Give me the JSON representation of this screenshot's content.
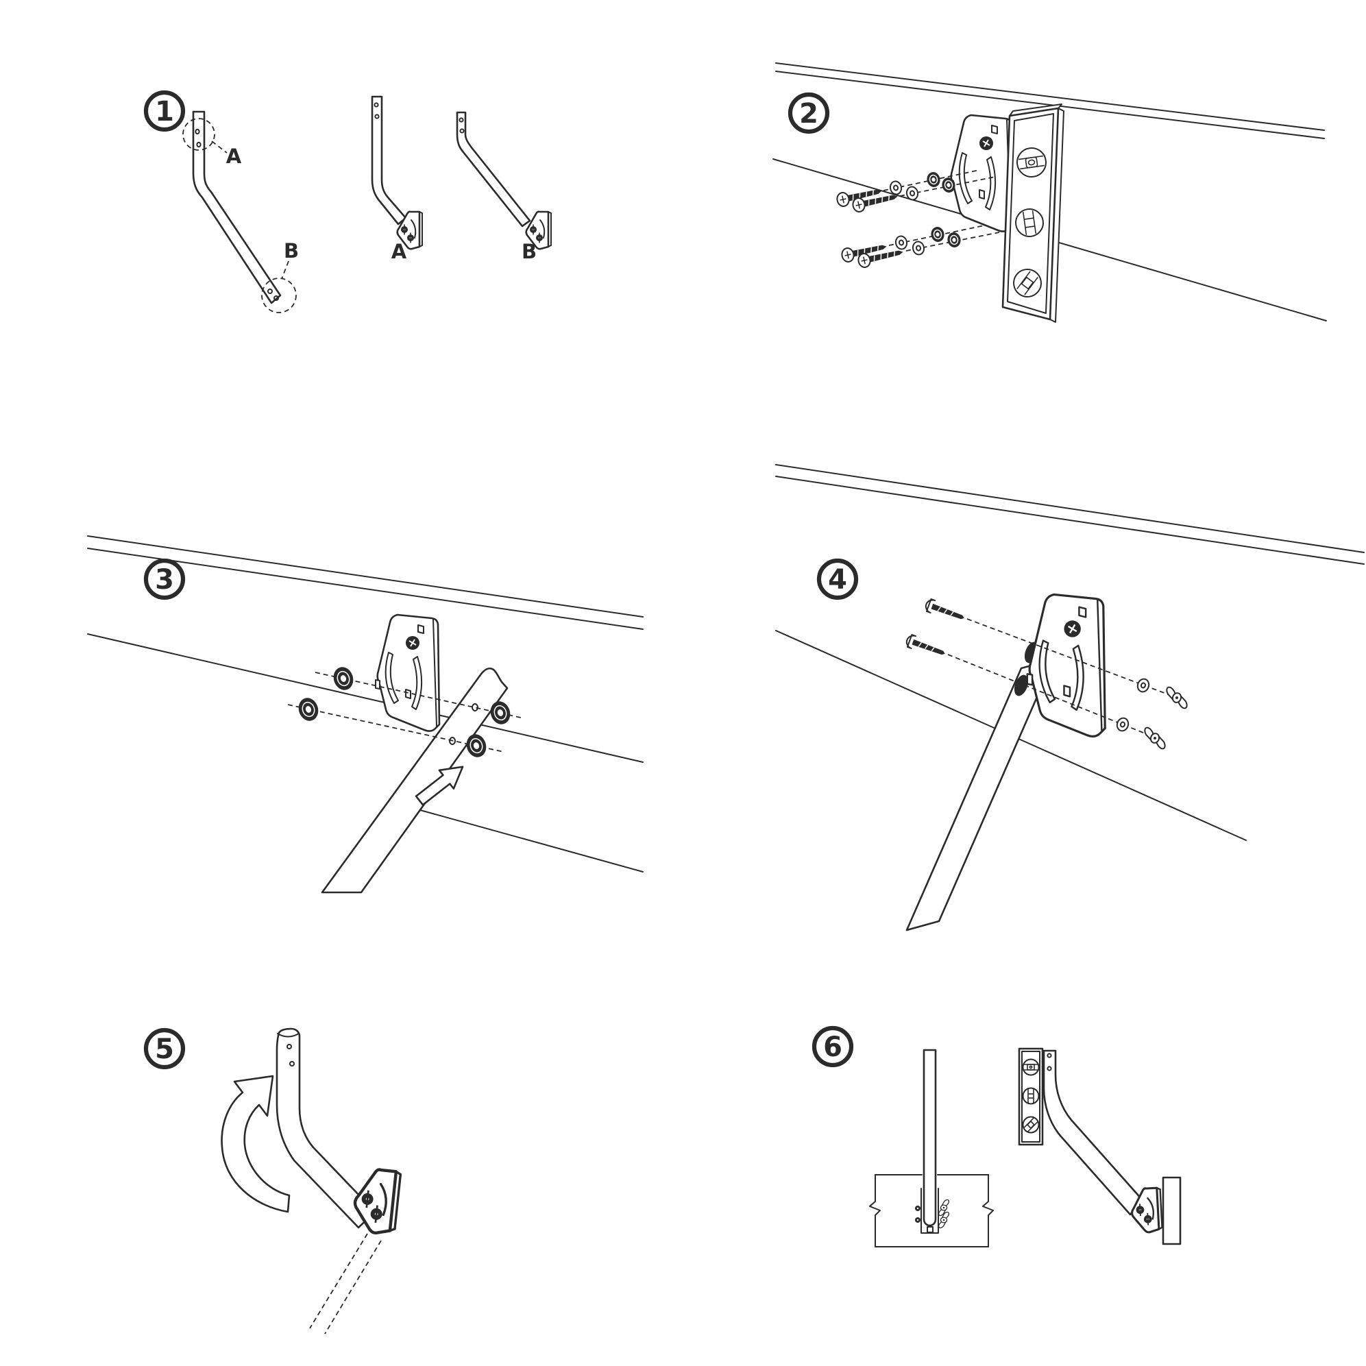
{
  "document": {
    "kind": "assembly-instruction-sheet",
    "background": "#ffffff"
  },
  "colors": {
    "ink": "#2b2b2b",
    "paper": "#ffffff"
  },
  "steps": [
    {
      "number": "1",
      "part_labels": [
        {
          "text": "A"
        },
        {
          "text": "B"
        },
        {
          "text": "A"
        },
        {
          "text": "B"
        }
      ]
    },
    {
      "number": "2",
      "part_labels": []
    },
    {
      "number": "3",
      "part_labels": []
    },
    {
      "number": "4",
      "part_labels": []
    },
    {
      "number": "5",
      "part_labels": []
    },
    {
      "number": "6",
      "part_labels": []
    }
  ]
}
